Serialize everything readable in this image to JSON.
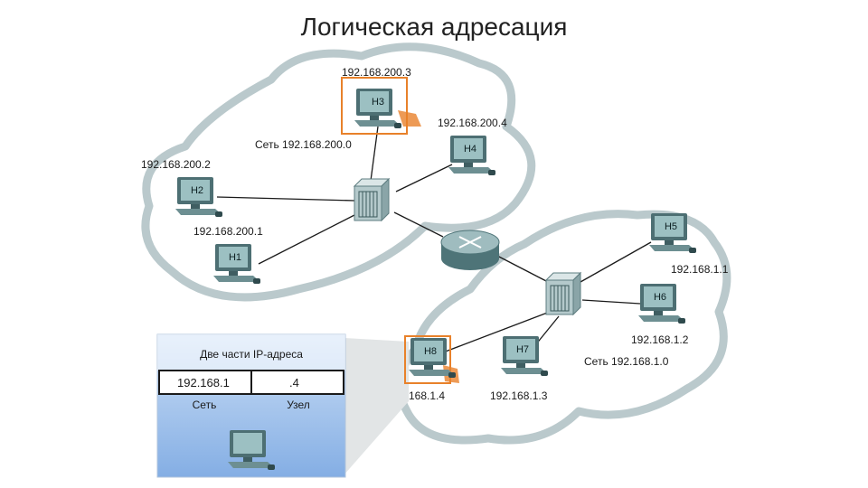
{
  "title": "Логическая адресация",
  "networks": [
    {
      "name": "Сеть 192.168.200.0"
    },
    {
      "name": "Сеть 192.168.1.0"
    }
  ],
  "hosts": [
    {
      "id": "H3",
      "ip": "192.168.200.3",
      "highlight": true
    },
    {
      "id": "H4",
      "ip": "192.168.200.4",
      "highlight": false
    },
    {
      "id": "H2",
      "ip": "192.168.200.2",
      "highlight": false
    },
    {
      "id": "H1",
      "ip": "192.168.200.1",
      "highlight": false
    },
    {
      "id": "H5",
      "ip": "192.168.1.1",
      "highlight": false
    },
    {
      "id": "H6",
      "ip": "192.168.1.2",
      "highlight": false
    },
    {
      "id": "H7",
      "ip": "192.168.1.3",
      "highlight": false
    },
    {
      "id": "H8",
      "ip": "168.1.4",
      "highlight": true
    }
  ],
  "devices": {
    "switch_icon": "switch-icon",
    "router_icon": "router-icon",
    "host_icon": "computer-icon"
  },
  "address_panel": {
    "header": "Две части IP-адреса",
    "network_part": "192.168.1",
    "host_part": ".4",
    "network_label": "Сеть",
    "host_label": "Узел"
  },
  "colors": {
    "cloud_outline": "#b9c9cc",
    "link": "#1a1a1a",
    "device": "#8fb2b5",
    "highlight": "#e8812a",
    "panel_blue": "#8cb4e6"
  }
}
